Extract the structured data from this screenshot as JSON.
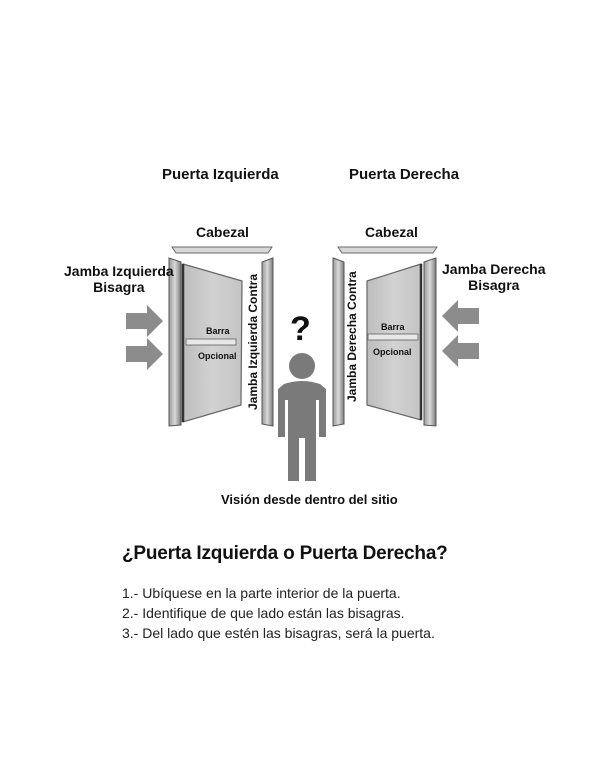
{
  "titles": {
    "left_door": "Puerta Izquierda",
    "right_door": "Puerta Derecha"
  },
  "left_door": {
    "header": "Cabezal",
    "hinge_jamb": "Jamba Izquierda\nBisagra",
    "strike_jamb": "Jamba Izquierda Contra",
    "bar": "Barra",
    "optional": "Opcional"
  },
  "right_door": {
    "header": "Cabezal",
    "hinge_jamb": "Jamba Derecha\nBisagra",
    "strike_jamb": "Jamba Derecha Contra",
    "bar": "Barra",
    "optional": "Opcional"
  },
  "question_mark": "?",
  "caption": "Visión desde dentro del sitio",
  "heading": "¿Puerta Izquierda o Puerta Derecha?",
  "steps": [
    "1.- Ubíquese en la parte interior de la puerta.",
    "2.- Identifique de que lado están las bisagras.",
    "3.- Del lado que estén las bisagras, será la puerta."
  ],
  "colors": {
    "frame_dark": "#4a4a4a",
    "frame_mid": "#8a8a8a",
    "door_fill": "#c9c9c9",
    "door_edge": "#9c9c9c",
    "arrow": "#8c8c8c",
    "figure": "#7a7a7a"
  }
}
